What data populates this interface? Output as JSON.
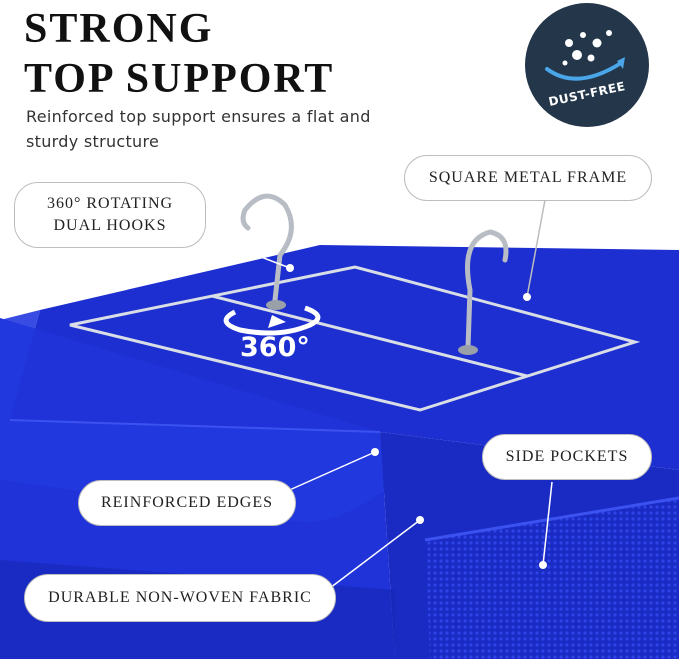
{
  "header": {
    "title_line1": "STRONG",
    "title_line2": "TOP SUPPORT",
    "subtitle": "Reinforced top support ensures a flat and sturdy structure"
  },
  "badge": {
    "label": "DUST-FREE",
    "icon": "dust-particles-arrow-icon",
    "color": "#23364a"
  },
  "callouts": {
    "hooks": "360° ROTATING\nDUAL HOOKS",
    "frame": "SQUARE METAL FRAME",
    "edges": "REINFORCED EDGES",
    "pockets": "SIDE POCKETS",
    "fabric": "DURABLE NON-WOVEN FABRIC"
  },
  "rotation_label": "360°",
  "colors": {
    "fabric": "#1d2fd0",
    "fabric_dark": "#1423a8",
    "frame": "#d8dde6",
    "hook": "#b8bcc4"
  }
}
